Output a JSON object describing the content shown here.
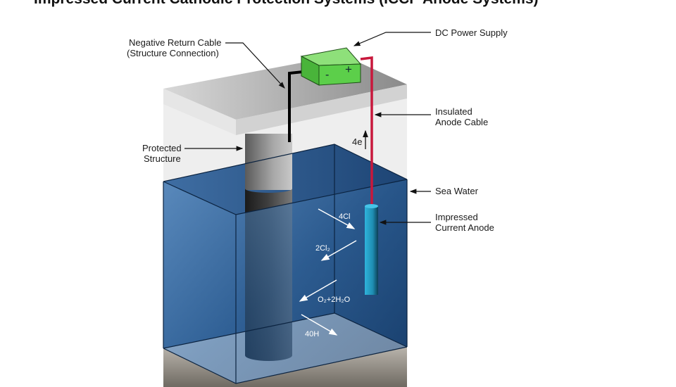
{
  "title": "Impressed Current Cathodic Protection Systems (ICCP Anode Systems)",
  "labels": {
    "dc_power_supply": "DC Power Supply",
    "negative_return_cable": [
      "Negative Return Cable",
      "(Structure Connection)"
    ],
    "insulated_anode_cable": [
      "Insulated",
      "Anode Cable"
    ],
    "protected_structure": [
      "Protected",
      "Structure"
    ],
    "sea_water": "Sea Water",
    "impressed_current_anode": [
      "Impressed",
      "Current Anode"
    ]
  },
  "battery": {
    "minus": "-",
    "plus": "+"
  },
  "reactions": {
    "electrons": "4e",
    "chloride": "4Cl",
    "chlorine": "2Cl₂",
    "oxygen_water": "O₂+2H₂O",
    "hydroxide": "40H"
  },
  "colors": {
    "water": "#2a5a8f",
    "battery": "#5ccf4a",
    "anode_cable": "#c8183c",
    "anode": "#2aa8d0",
    "slab": "#cfcfcf",
    "structure": "#3a3a3a"
  }
}
